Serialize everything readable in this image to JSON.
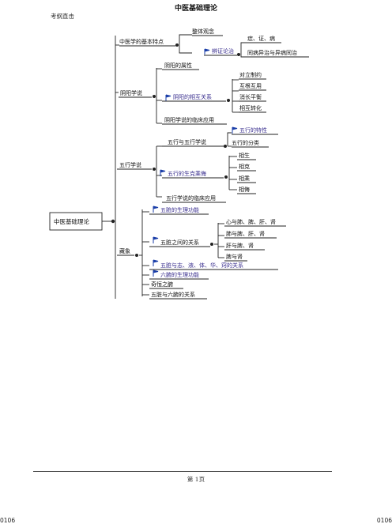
{
  "page": {
    "title": "中医基础理论",
    "header_note": "考纲直击",
    "page_number": "第 1页",
    "corner_left": "0106",
    "corner_right": "0106"
  },
  "mindmap": {
    "root": "中医基础理论",
    "b1": {
      "label": "中医学的基本特点",
      "c1": "整体观念",
      "c2": "辨证论治",
      "c2a": "症、证、病",
      "c2b": "同病异治与异病同治"
    },
    "b2": {
      "label": "阴阳学说",
      "c1": "阴阳的属性",
      "c2": "阴阳的相互关系",
      "c2a": "对立制约",
      "c2b": "互根互用",
      "c2c": "消长平衡",
      "c2d": "相互转化",
      "c3": "阴阳学说的临床应用"
    },
    "b3": {
      "label": "五行学说",
      "c1": "五行与五行学说",
      "c1a": "五行的特性",
      "c1b": "五行的分类",
      "c2": "五行的生克乘侮",
      "c2a": "相生",
      "c2b": "相克",
      "c2c": "相乘",
      "c2d": "相侮",
      "c3": "五行学说的临床应用"
    },
    "b4": {
      "label": "藏象",
      "c1": "五脏的生理功能",
      "c2": "五脏之间的关系",
      "c2a": "心与肺、脾、肝、肾",
      "c2b": "肺与脾、肝、肾",
      "c2c": "肝与脾、肾",
      "c2d": "脾与肾",
      "c3": "五脏与志、液、体、华、窍的关系",
      "c4": "六腑的生理功能",
      "c5": "奇恒之腑",
      "c6": "五脏与六腑的关系"
    }
  },
  "colors": {
    "flag": "#1a3ea8",
    "accent_text": "#3a2f8f",
    "node": "#111111"
  }
}
